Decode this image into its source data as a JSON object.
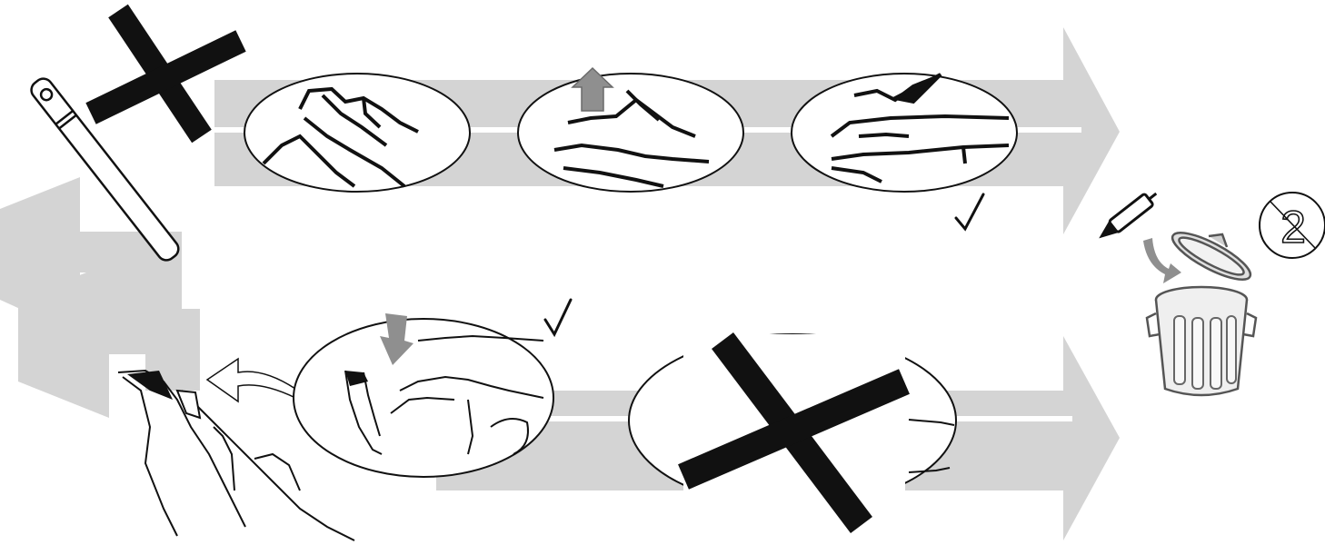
{
  "diagram": {
    "kind": "pictographic instruction sequence",
    "colors": {
      "background": "#ffffff",
      "arrow_band": "#d4d4d4",
      "line_art": "#111111",
      "accent_arrow": "#8f8f8f"
    },
    "rows": [
      {
        "name": "top-row",
        "steps": [
          {
            "icon": "pen-needle-icon",
            "status": "forbidden",
            "mark": "cross-mark-icon"
          },
          {
            "icon": "hand-grip-icon"
          },
          {
            "icon": "pull-up-arrow-icon"
          },
          {
            "icon": "cap-removal-icon",
            "status": "ok",
            "mark": "check-mark-icon"
          }
        ]
      },
      {
        "name": "bottom-row",
        "steps": [
          {
            "icon": "fingers-needle-icon"
          },
          {
            "icon": "press-down-arrow-icon",
            "status": "ok",
            "mark": "check-mark-icon"
          },
          {
            "icon": "blocked-step-icon",
            "status": "forbidden",
            "mark": "cross-mark-icon"
          }
        ]
      }
    ],
    "end_symbols": [
      "needle-cap-icon",
      "trash-can-icon",
      "do-not-reuse-icon"
    ],
    "text_labels": [
      "2"
    ]
  }
}
